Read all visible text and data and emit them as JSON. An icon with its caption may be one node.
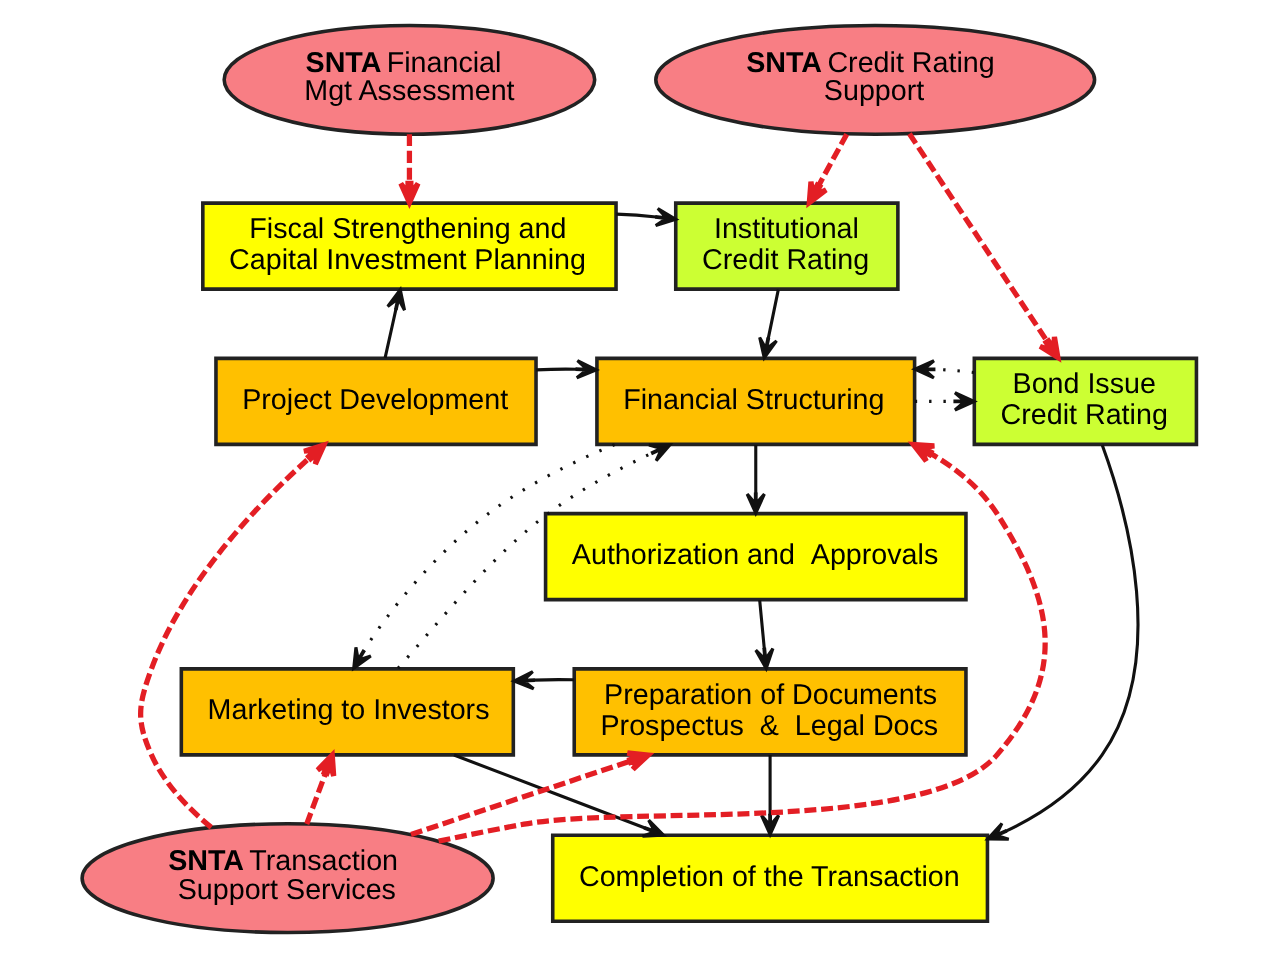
{
  "diagram": {
    "nodes": [
      {
        "text": [
          "**SNTA** Financial Mgt Assessment"
        ]
      },
      {
        "text": [
          "**SNTA** Credit Rating Support"
        ]
      },
      {
        "text": [
          "Fiscal Strengthening and Capital Investment Planning"
        ]
      },
      {
        "text": [
          "Institutional Credit Rating"
        ]
      },
      {
        "text": [
          "Project Development"
        ]
      },
      {
        "text": [
          "Financial Structuring"
        ]
      },
      {
        "text": [
          "Bond Issue Credit Rating"
        ]
      },
      {
        "text": [
          "Authorization and  Approvals"
        ]
      },
      {
        "text": [
          "Marketing to Investors"
        ]
      },
      {
        "text": [
          "Preparation of Documents Prospectus  &  Legal Docs"
        ]
      },
      {
        "text": [
          "**SNTA** Transaction Support Services"
        ]
      },
      {
        "text": [
          "Completion of the Transaction"
        ]
      }
    ],
    "edges": [
      {
        "from": 0,
        "to": 2,
        "arrow": "to",
        "style": "dashed",
        "color": "#e31e24"
      },
      {
        "from": 1,
        "to": 3,
        "arrow": "to",
        "style": "dashed",
        "color": "#e31e24"
      },
      {
        "from": 1,
        "to": 6,
        "arrow": "to",
        "style": "dashed",
        "color": "#e31e24"
      },
      {
        "from": 2,
        "to": 3,
        "arrow": "to"
      },
      {
        "from": 4,
        "to": 2,
        "arrow": "to"
      },
      {
        "from": 3,
        "to": 5,
        "arrow": "to"
      },
      {
        "from": 4,
        "to": 5,
        "arrow": "to"
      },
      {
        "from": 5,
        "to": 6,
        "arrow": "to",
        "style": "dashed"
      },
      {
        "from": 6,
        "to": 5,
        "arrow": "to",
        "style": "dashed"
      },
      {
        "from": 5,
        "to": 7,
        "arrow": "to"
      },
      {
        "from": 5,
        "to": 8,
        "arrow": "to",
        "style": "dashed"
      },
      {
        "from": 8,
        "to": 5,
        "arrow": "to",
        "style": "dashed"
      },
      {
        "from": 7,
        "to": 9,
        "arrow": "to"
      },
      {
        "from": 9,
        "to": 8,
        "arrow": "to"
      },
      {
        "from": 9,
        "to": 11,
        "arrow": "to"
      },
      {
        "from": 6,
        "to": 11,
        "arrow": "to"
      },
      {
        "from": 8,
        "to": 11,
        "arrow": "to"
      },
      {
        "from": 10,
        "to": 4,
        "arrow": "to",
        "style": "dashed",
        "color": "#e31e24"
      },
      {
        "from": 10,
        "to": 5,
        "arrow": "to",
        "style": "dashed",
        "color": "#e31e24"
      },
      {
        "from": 10,
        "to": 8,
        "arrow": "to",
        "style": "dashed",
        "color": "#e31e24"
      },
      {
        "from": 10,
        "to": 9,
        "arrow": "to",
        "style": "dashed",
        "color": "#e31e24"
      }
    ]
  }
}
